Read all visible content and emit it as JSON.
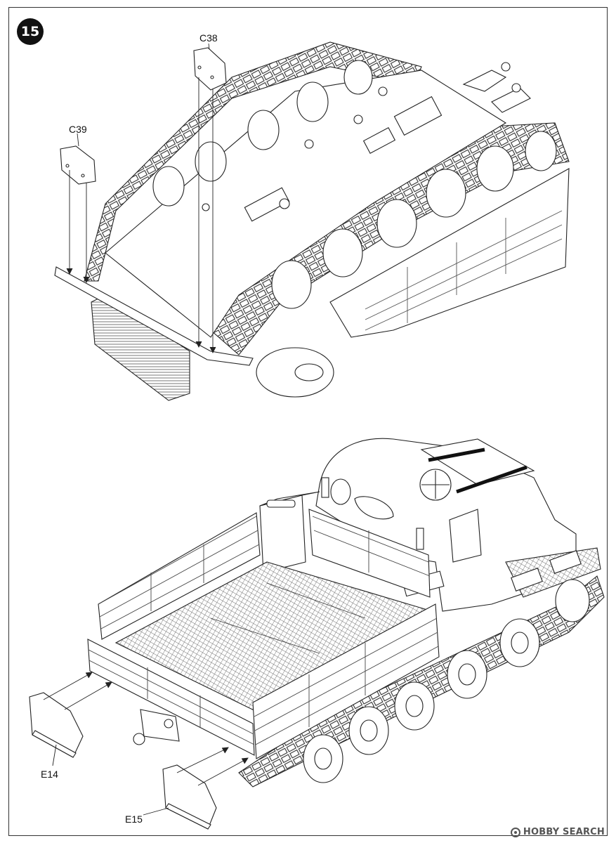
{
  "step": {
    "number": "15"
  },
  "parts": {
    "c38": "C38",
    "c39": "C39",
    "e14": "E14",
    "e15": "E15"
  },
  "watermark": {
    "text": "HOBBY SEARCH"
  },
  "colors": {
    "line": "#222222",
    "hatch": "#9a9a9a",
    "fill": "#ffffff"
  }
}
